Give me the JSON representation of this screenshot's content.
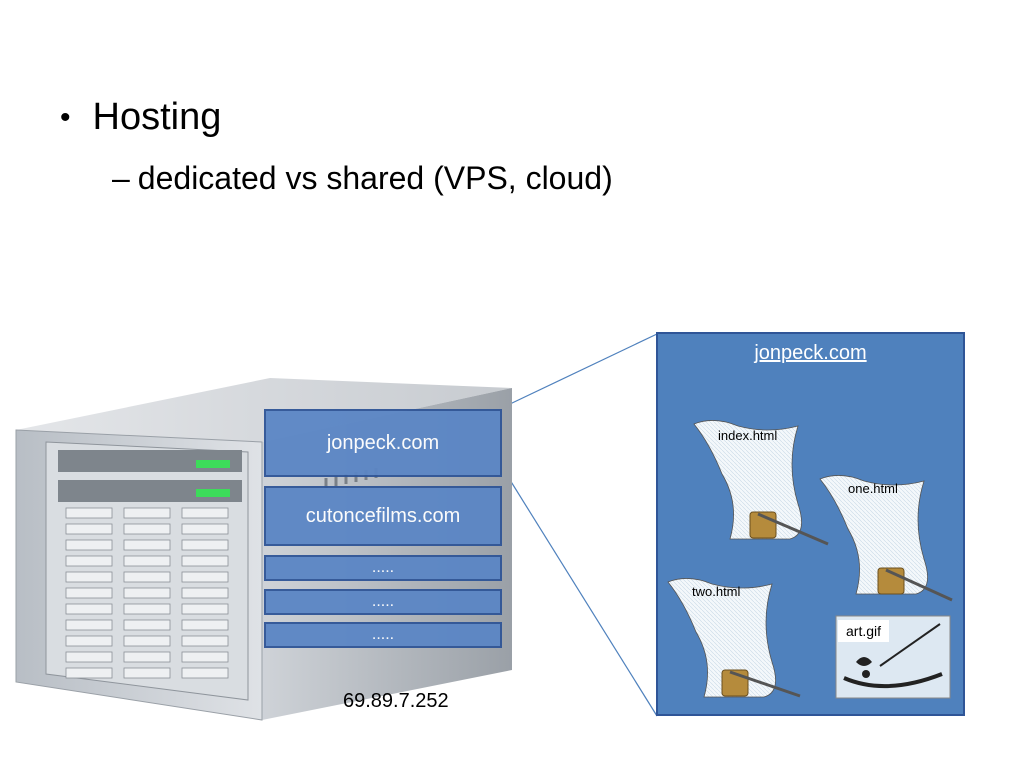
{
  "slide": {
    "bullet": "Hosting",
    "sub_bullet": "dedicated vs shared (VPS, cloud)"
  },
  "server": {
    "sites": [
      "jonpeck.com",
      "cutoncefilms.com",
      ".....",
      ".....",
      "....."
    ],
    "ip": "69.89.7.252"
  },
  "detail": {
    "title": "jonpeck.com",
    "files": [
      "index.html",
      "one.html",
      "two.html",
      "art.gif"
    ]
  },
  "colors": {
    "panel": "#4f81bd",
    "site_box": "#5b86c5",
    "border": "#2f5597"
  }
}
